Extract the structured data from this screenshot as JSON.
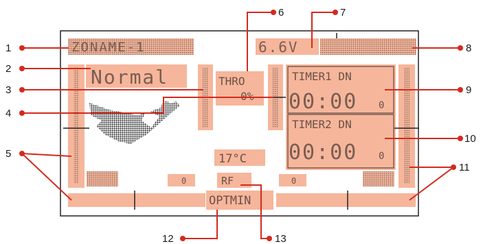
{
  "screen": {
    "model_name": "ZONAME-1",
    "voltage": "6.6V",
    "flight_mode": "Normal",
    "throttle_label": "THRO",
    "throttle_value": "0%",
    "timer1_label": "TIMER1 DN",
    "timer1_value": "00:00",
    "timer1_suffix": "0",
    "timer2_label": "TIMER2 DN",
    "timer2_value": "00:00",
    "timer2_suffix": "0",
    "temperature": "17°C",
    "rf_label": "RF",
    "opt_label": "OPTMIN",
    "trim_small_label": "0"
  },
  "callouts": [
    "1",
    "2",
    "3",
    "4",
    "5",
    "6",
    "7",
    "8",
    "9",
    "10",
    "11",
    "12",
    "13"
  ],
  "colors": {
    "highlight": "#f6b69b",
    "callout": "#d42a1e",
    "lcd_ink": "#7a5d52",
    "frame": "#222222"
  }
}
